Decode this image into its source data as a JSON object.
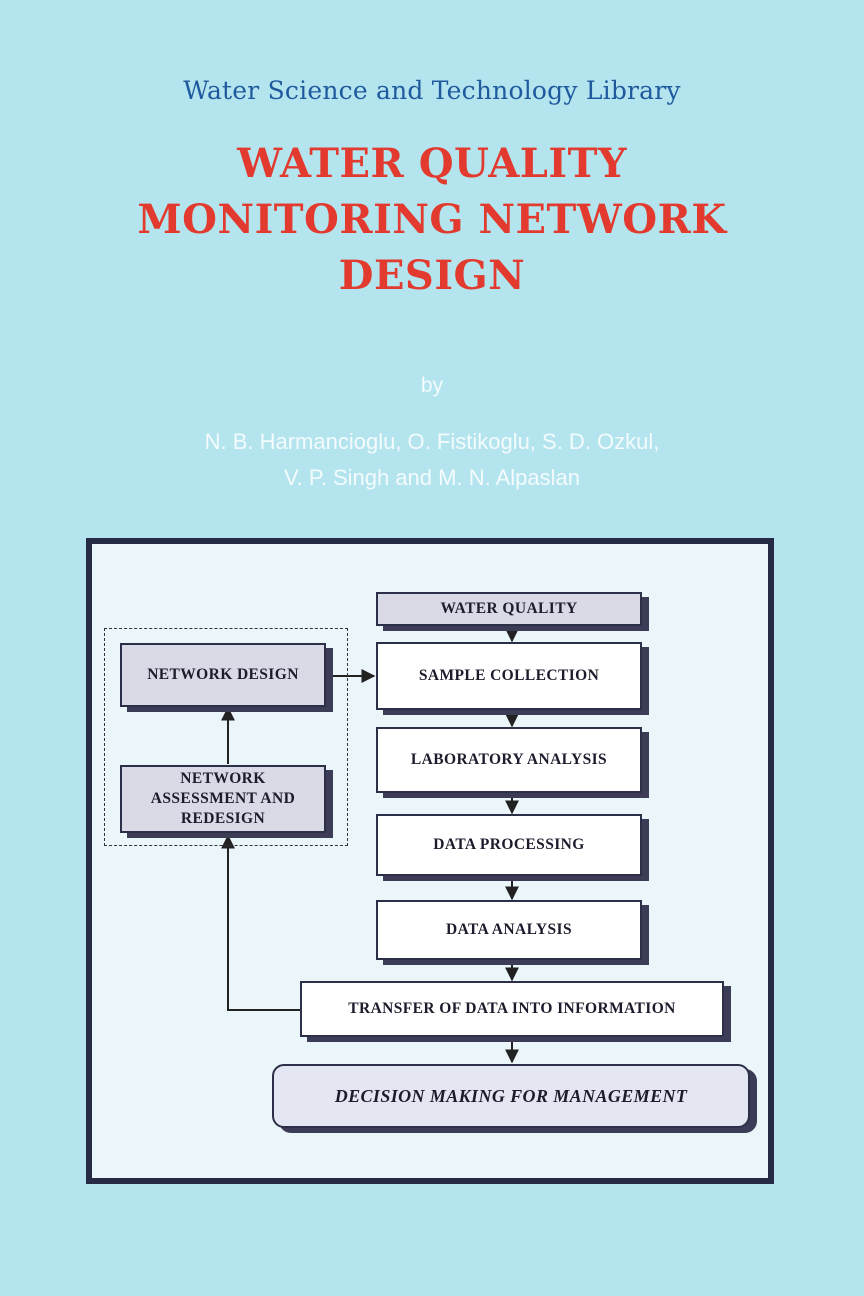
{
  "series": "Water Science and Technology Library",
  "title": {
    "line1": "WATER QUALITY",
    "line2": "MONITORING NETWORK",
    "line3": "DESIGN"
  },
  "by": "by",
  "authors": {
    "line1": "N. B. Harmancioglu, O. Fistikoglu, S. D. Ozkul,",
    "line2": "V. P. Singh and M. N. Alpaslan"
  },
  "diagram": {
    "water_quality": "WATER QUALITY",
    "sample_collection": "SAMPLE COLLECTION",
    "laboratory_analysis": "LABORATORY ANALYSIS",
    "data_processing": "DATA PROCESSING",
    "data_analysis": "DATA ANALYSIS",
    "transfer": "TRANSFER OF DATA INTO INFORMATION",
    "decision": "DECISION MAKING FOR MANAGEMENT",
    "network_design": "NETWORK DESIGN",
    "assessment": {
      "line1": "NETWORK",
      "line2": "ASSESSMENT AND",
      "line3": "REDESIGN"
    }
  },
  "colors": {
    "background": "#b4e4ee",
    "series_text": "#1f5a9e",
    "title_text": "#e23a2e",
    "author_text": "#f4fbfd",
    "frame": "#262a45"
  }
}
